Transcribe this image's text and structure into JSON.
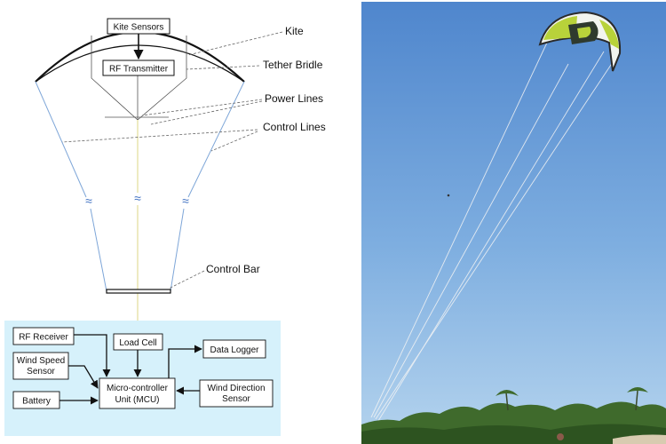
{
  "diagram": {
    "kite_box": "Kite Sensors",
    "rf_tx_box": "RF Transmitter",
    "callouts": {
      "kite": "Kite",
      "tether_bridle": "Tether Bridle",
      "power_lines": "Power Lines",
      "control_lines": "Control Lines",
      "control_bar": "Control Bar"
    },
    "break_symbol": "≈",
    "ground_station": {
      "rf_receiver": "RF Receiver",
      "load_cell": "Load Cell",
      "data_logger": "Data Logger",
      "wind_speed_1": "Wind Speed",
      "wind_speed_2": "Sensor",
      "mcu_1": "Micro-controller",
      "mcu_2": "Unit (MCU)",
      "wind_dir_1": "Wind Direction",
      "wind_dir_2": "Sensor",
      "battery": "Battery"
    }
  },
  "colors": {
    "panel_bg": "#d6f1fb",
    "line_blue": "#7ea6d8",
    "break_blue": "#3d6fc1",
    "power_line": "#e6e2a8",
    "sky_top": "#4f86cd",
    "sky_bottom": "#a9cdeb",
    "kite_green": "#b8d23a"
  }
}
